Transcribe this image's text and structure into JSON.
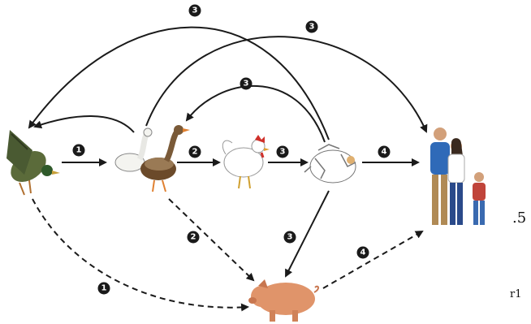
{
  "diagram": {
    "nodes": [
      {
        "id": "wild-duck",
        "label": "",
        "icon": "wild-duck"
      },
      {
        "id": "domestic-geese",
        "label": "",
        "icon": "geese"
      },
      {
        "id": "chicken",
        "label": "",
        "icon": "chicken"
      },
      {
        "id": "processed-poultry",
        "label": "",
        "icon": "processed-poultry"
      },
      {
        "id": "humans",
        "label": "",
        "icon": "family"
      },
      {
        "id": "pig",
        "label": "",
        "icon": "pig"
      }
    ],
    "edges": [
      {
        "from": "wild-duck",
        "to": "domestic-geese",
        "label": "1",
        "style": "solid"
      },
      {
        "from": "domestic-geese",
        "to": "chicken",
        "label": "2",
        "style": "solid"
      },
      {
        "from": "chicken",
        "to": "processed-poultry",
        "label": "3",
        "style": "solid"
      },
      {
        "from": "processed-poultry",
        "to": "humans",
        "label": "4",
        "style": "solid"
      },
      {
        "from": "processed-poultry",
        "to": "wild-duck",
        "label": "3",
        "style": "solid"
      },
      {
        "from": "domestic-geese",
        "to": "humans",
        "label": "3",
        "style": "solid"
      },
      {
        "from": "processed-poultry",
        "to": "chicken",
        "label": "3",
        "style": "solid"
      },
      {
        "from": "domestic-geese",
        "to": "wild-duck",
        "label": "",
        "style": "solid"
      },
      {
        "from": "processed-poultry",
        "to": "pig",
        "label": "3",
        "style": "solid"
      },
      {
        "from": "domestic-geese",
        "to": "pig",
        "label": "2",
        "style": "dashed"
      },
      {
        "from": "wild-duck",
        "to": "pig",
        "label": "1",
        "style": "dashed"
      },
      {
        "from": "pig",
        "to": "humans",
        "label": "4",
        "style": "dashed"
      }
    ],
    "stray_text": [
      ".5",
      "r1"
    ],
    "colors": {
      "arrow": "#1a1a1a",
      "badge": "#1a1a1a",
      "badge_text": "#ffffff"
    }
  }
}
